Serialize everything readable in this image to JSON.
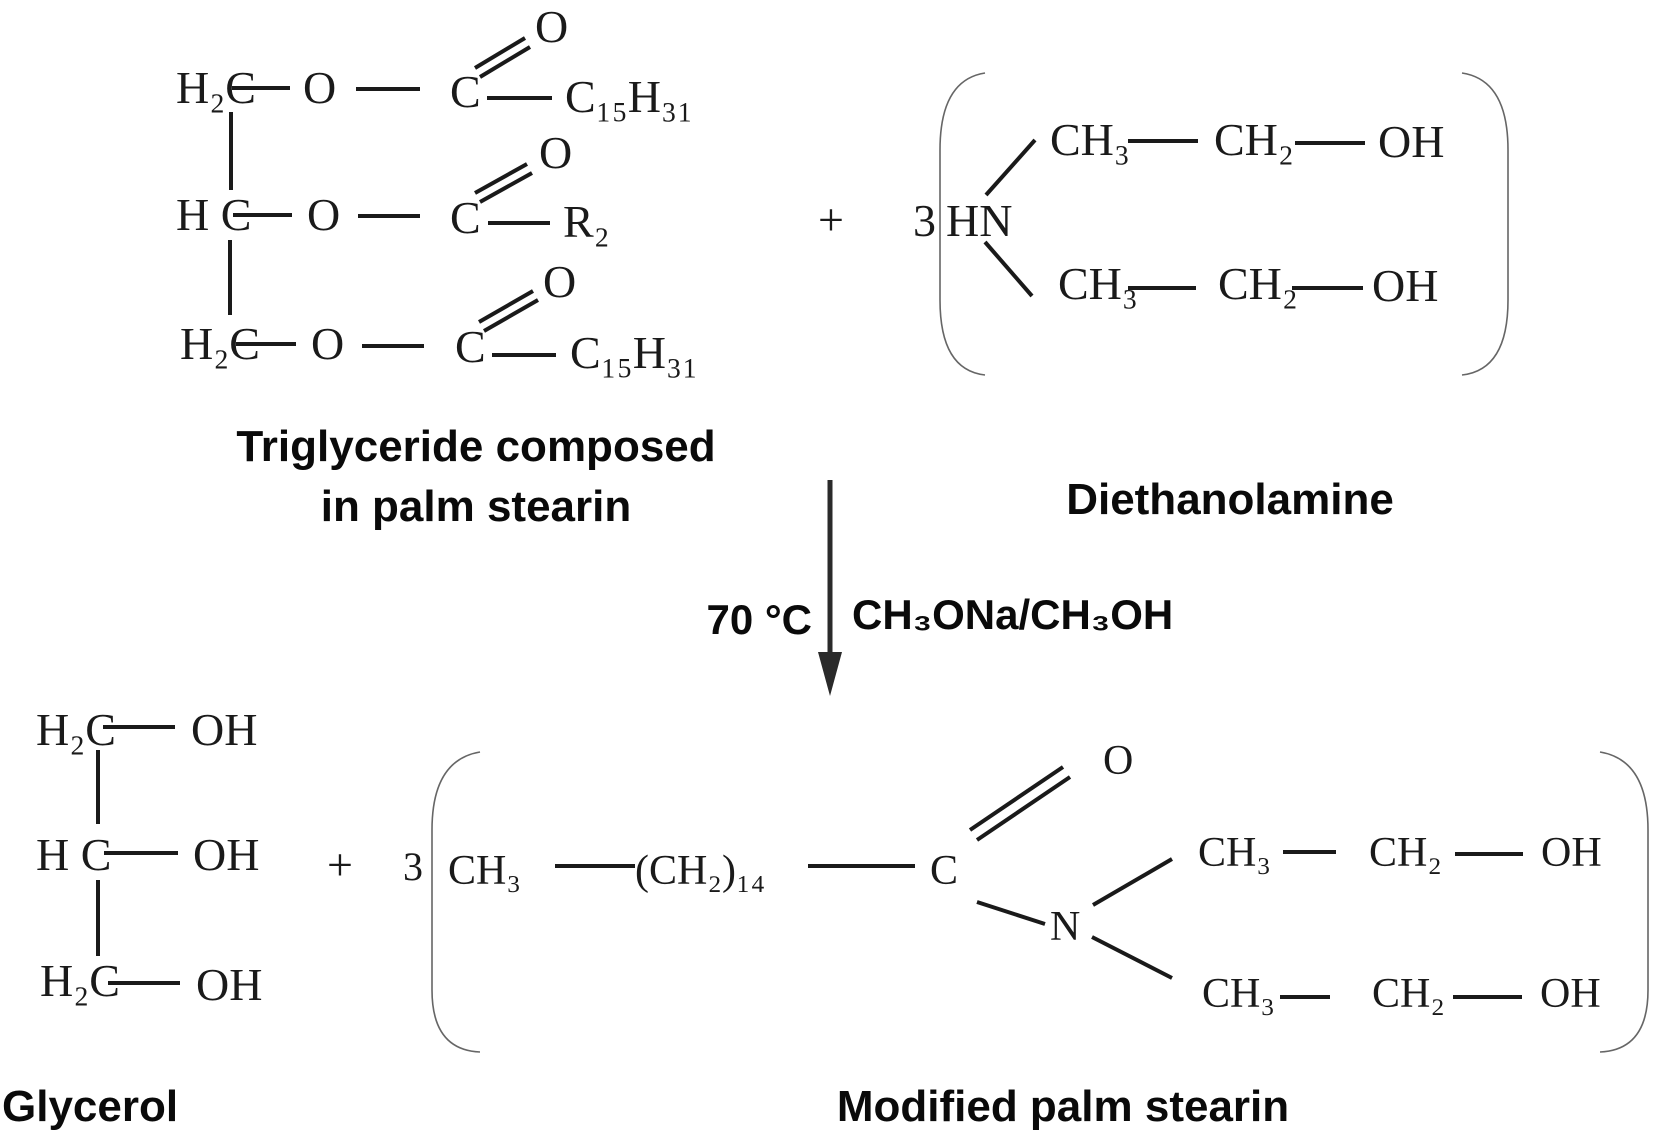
{
  "reactants": {
    "triglyceride": {
      "rows": [
        {
          "backbone": "H₂C",
          "oxygen": "O",
          "carbonyl_c": "C",
          "carbonyl_o": "O",
          "chain": "C₁₅H₃₁"
        },
        {
          "backbone": "H C",
          "oxygen": "O",
          "carbonyl_c": "C",
          "carbonyl_o": "O",
          "chain": "R₂"
        },
        {
          "backbone": "H₂C",
          "oxygen": "O",
          "carbonyl_c": "C",
          "carbonyl_o": "O",
          "chain": "C₁₅H₃₁"
        }
      ],
      "label_line1": "Triglyceride composed",
      "label_line2": "in palm stearin"
    },
    "plus": "+",
    "diethanolamine": {
      "coefficient": "3",
      "amine": "HN",
      "arm1": [
        "CH₃",
        "CH₂",
        "OH"
      ],
      "arm2": [
        "CH₃",
        "CH₂",
        "OH"
      ],
      "label": "Diethanolamine"
    }
  },
  "conditions": {
    "temperature": "70 °C",
    "catalyst": "CH₃ONa/CH₃OH"
  },
  "products": {
    "glycerol": {
      "rows": [
        {
          "backbone": "H₂C",
          "group": "OH"
        },
        {
          "backbone": "H C",
          "group": "OH"
        },
        {
          "backbone": "H₂C",
          "group": "OH"
        }
      ],
      "label": "Glycerol"
    },
    "plus": "+",
    "amide": {
      "coefficient": "3",
      "terminal": "CH₃",
      "chain": "(CH₂)₁₄",
      "carbonyl_c": "C",
      "carbonyl_o": "O",
      "nitrogen": "N",
      "arm1": [
        "CH₃",
        "CH₂",
        "OH"
      ],
      "arm2": [
        "CH₃",
        "CH₂",
        "OH"
      ],
      "label": "Modified palm stearin"
    }
  }
}
